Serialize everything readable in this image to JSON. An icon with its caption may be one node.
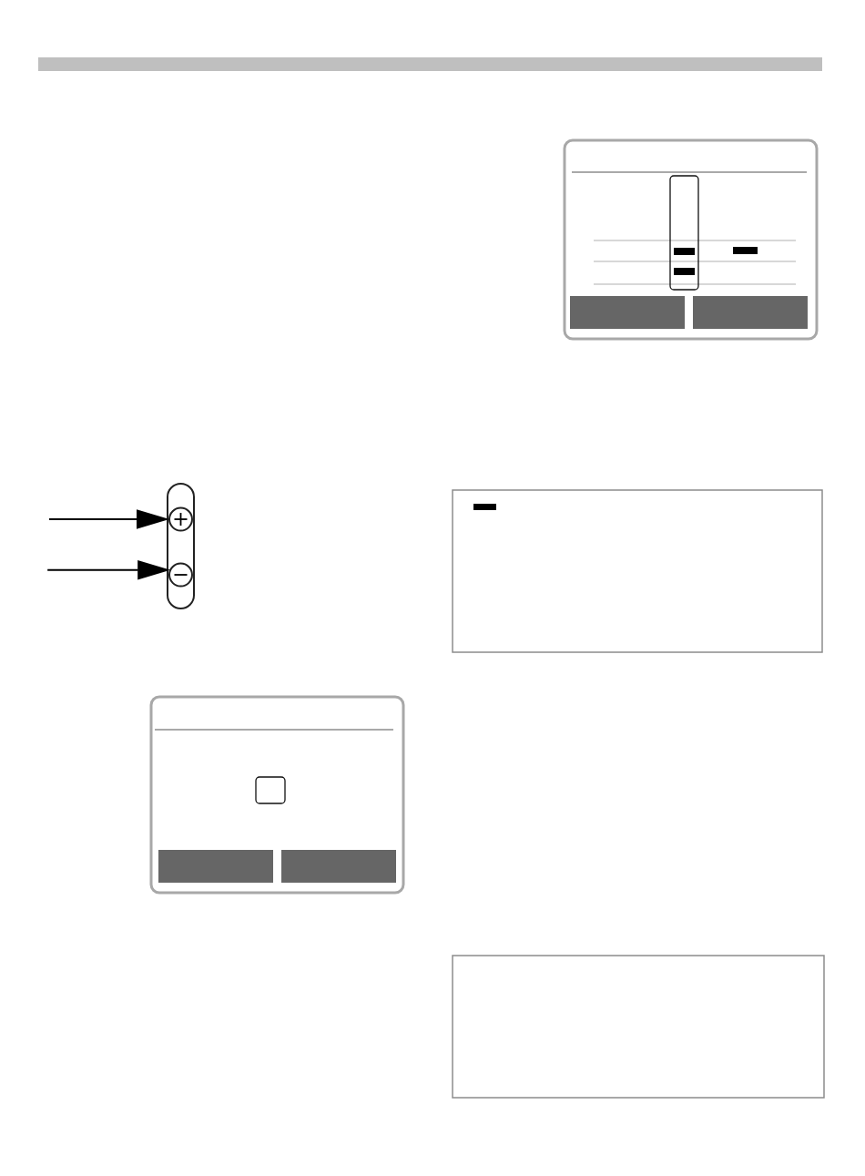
{
  "diagram": {
    "nodes": [
      {
        "text": [],
        "shape": "box"
      },
      {
        "text": [],
        "shape": "box",
        "in": 0
      },
      {
        "text": [],
        "shape": "box",
        "in": 0
      },
      {
        "text": [],
        "shape": "bar"
      },
      {
        "text": [],
        "shape": "circle",
        "in": 3
      },
      {
        "text": [],
        "shape": "circle",
        "in": 3
      },
      {
        "text": [],
        "shape": "box"
      },
      {
        "text": [],
        "shape": "box"
      },
      {
        "text": [],
        "shape": "box",
        "in": 7
      },
      {
        "text": [],
        "shape": "box",
        "in": 7
      },
      {
        "text": [],
        "shape": "box"
      }
    ],
    "edges": [
      {
        "from": null,
        "to": 4,
        "arrow": "to"
      },
      {
        "from": null,
        "to": 5,
        "arrow": "to"
      }
    ]
  }
}
